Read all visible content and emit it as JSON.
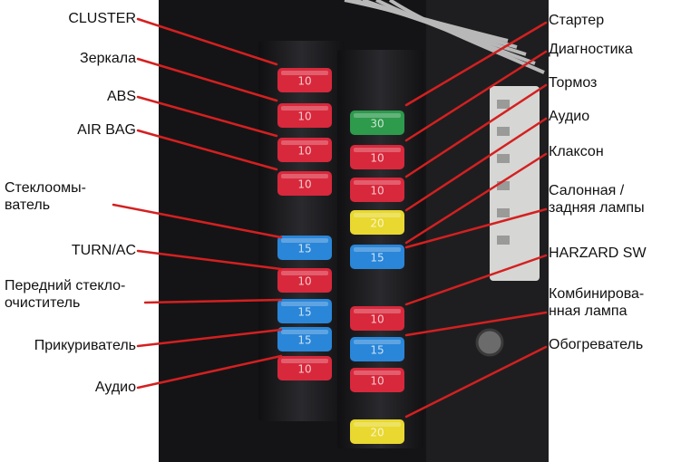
{
  "left_labels": [
    {
      "id": "cluster",
      "lines": [
        "CLUSTER"
      ]
    },
    {
      "id": "mirrors",
      "lines": [
        "Зеркала"
      ]
    },
    {
      "id": "abs",
      "lines": [
        "ABS"
      ]
    },
    {
      "id": "airbag",
      "lines": [
        "AIR BAG"
      ]
    },
    {
      "id": "washer",
      "lines": [
        "Стеклоомы-",
        "ватель"
      ]
    },
    {
      "id": "turn-ac",
      "lines": [
        "TURN/AC"
      ]
    },
    {
      "id": "front-wiper",
      "lines": [
        "Передний стекло-",
        "очиститель"
      ]
    },
    {
      "id": "lighter",
      "lines": [
        "Прикуриватель"
      ]
    },
    {
      "id": "audio-left",
      "lines": [
        "Аудио"
      ]
    }
  ],
  "right_labels": [
    {
      "id": "starter",
      "lines": [
        "Стартер"
      ]
    },
    {
      "id": "diagnostics",
      "lines": [
        "Диагностика"
      ]
    },
    {
      "id": "brake",
      "lines": [
        "Тормоз"
      ]
    },
    {
      "id": "audio-right",
      "lines": [
        "Аудио"
      ]
    },
    {
      "id": "horn",
      "lines": [
        "Клаксон"
      ]
    },
    {
      "id": "cabin-lamp",
      "lines": [
        "Салонная /",
        "задняя лампы"
      ]
    },
    {
      "id": "hazard",
      "lines": [
        "HARZARD SW"
      ]
    },
    {
      "id": "combo-lamp",
      "lines": [
        "Комбинирова-",
        "нная лампа"
      ]
    },
    {
      "id": "heater",
      "lines": [
        "Обогреватель"
      ]
    }
  ],
  "left_fuses": [
    {
      "rating": "10",
      "color": "red"
    },
    {
      "rating": "10",
      "color": "red"
    },
    {
      "rating": "10",
      "color": "red"
    },
    {
      "rating": "10",
      "color": "red"
    },
    {
      "rating": "15",
      "color": "blue"
    },
    {
      "rating": "10",
      "color": "red"
    },
    {
      "rating": "15",
      "color": "blue"
    },
    {
      "rating": "15",
      "color": "blue"
    },
    {
      "rating": "10",
      "color": "red"
    }
  ],
  "right_fuses": [
    {
      "rating": "30",
      "color": "green"
    },
    {
      "rating": "10",
      "color": "red"
    },
    {
      "rating": "10",
      "color": "red"
    },
    {
      "rating": "20",
      "color": "yellow"
    },
    {
      "rating": "15",
      "color": "blue"
    },
    {
      "rating": "10",
      "color": "red"
    },
    {
      "rating": "15",
      "color": "blue"
    },
    {
      "rating": "10",
      "color": "red"
    },
    {
      "rating": "20",
      "color": "yellow"
    }
  ],
  "colors": {
    "red": "#d8283c",
    "blue": "#2a86d8",
    "green": "#2e9a4c",
    "yellow": "#e8d830",
    "pointer": "#d42020",
    "panel": "#1a1a1c"
  }
}
